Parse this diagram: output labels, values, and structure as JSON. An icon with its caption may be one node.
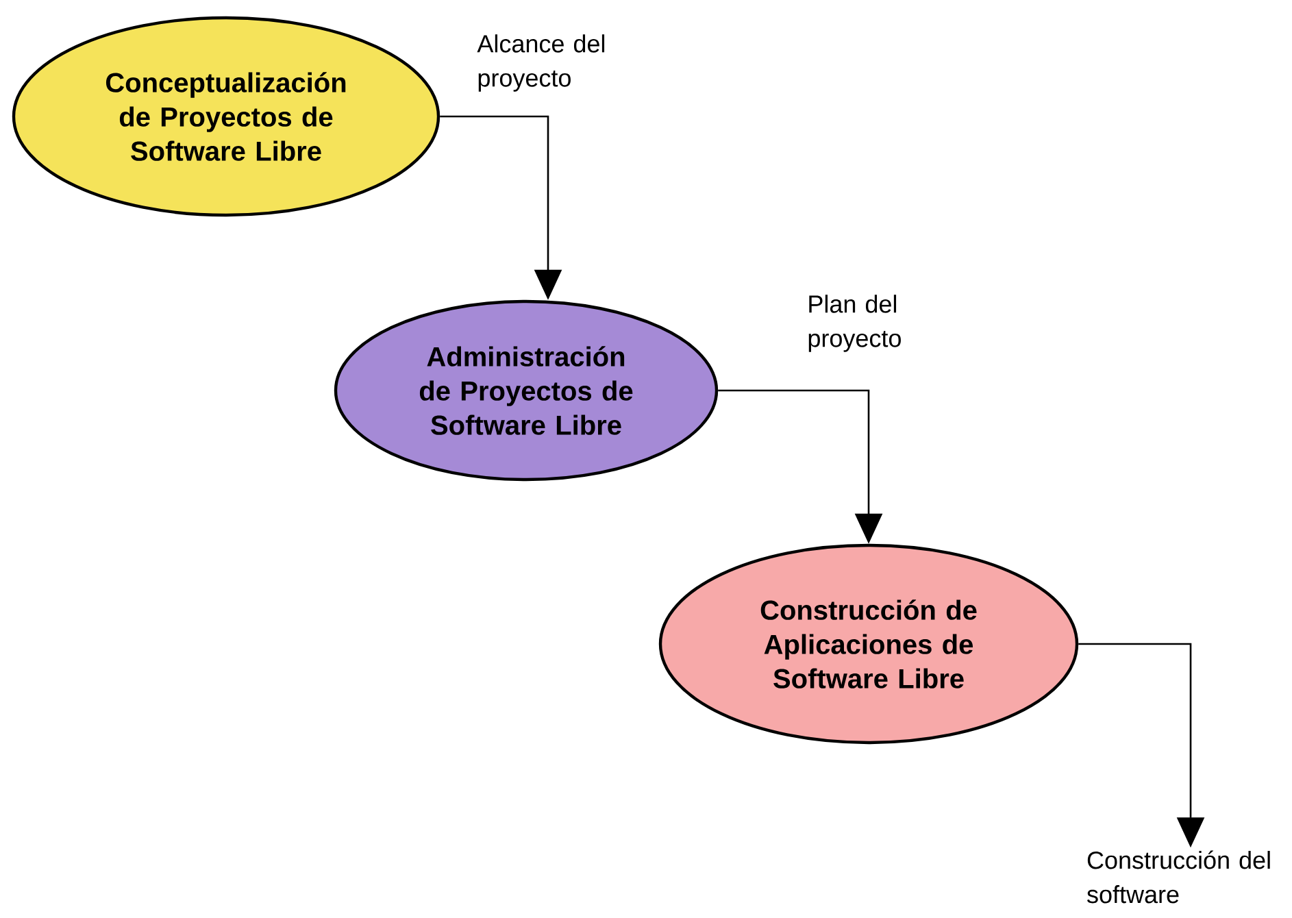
{
  "diagram": {
    "nodes": [
      {
        "text": [
          "Conceptualización de Proyectos de Software Libre"
        ]
      },
      {
        "text": [
          "Administración de Proyectos de Software Libre"
        ]
      },
      {
        "text": [
          "Construcción de Aplicaciones de Software Libre"
        ]
      },
      {
        "text": [
          "Construcción del software"
        ]
      }
    ],
    "edges": [
      {
        "from": 0,
        "to": 1,
        "arrow": "to",
        "label": "Alcance del proyecto"
      },
      {
        "from": 1,
        "to": 2,
        "arrow": "to",
        "label": "Plan del proyecto"
      },
      {
        "from": 2,
        "to": 3,
        "arrow": "to"
      }
    ]
  }
}
